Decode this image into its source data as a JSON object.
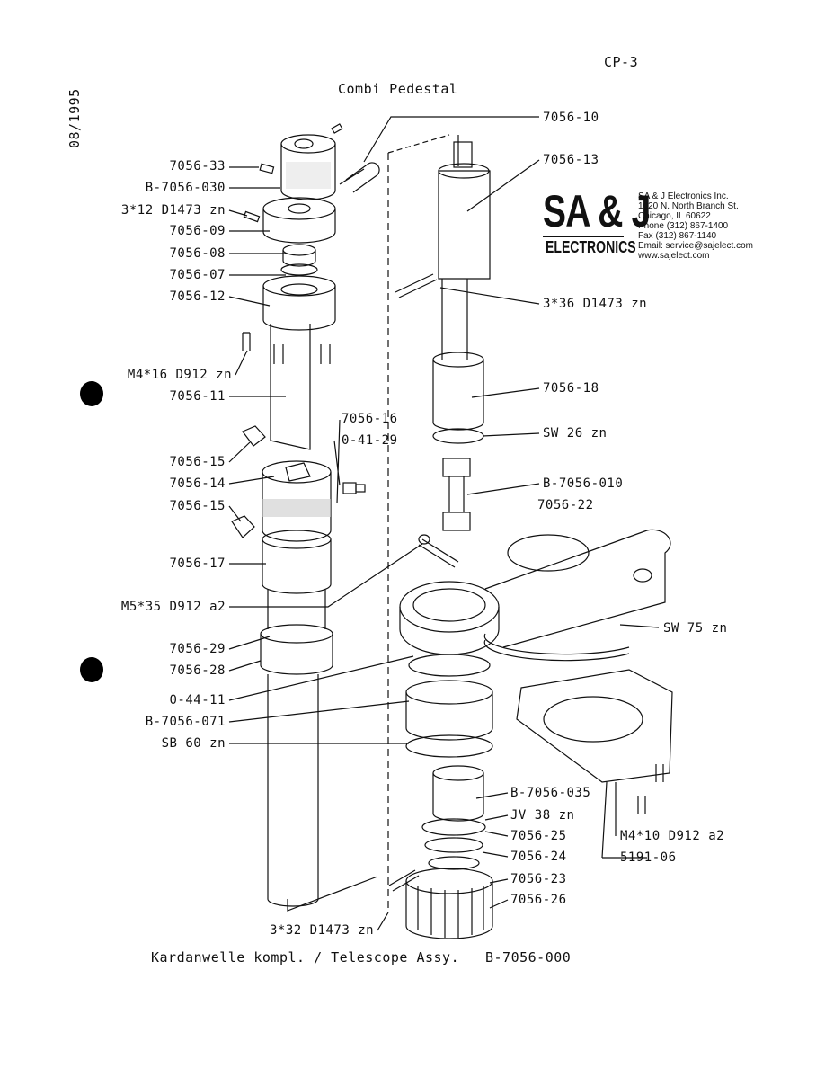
{
  "page": {
    "sheet_code": "CP-3",
    "title": "Combi Pedestal",
    "date_stamp": "08/1995"
  },
  "logo": {
    "brand": "SA & J",
    "sub": "ELECTRONICS",
    "contact_lines": [
      "SA & J Electronics Inc.",
      "1020 N. North Branch St.",
      "Chicago, IL 60622",
      "Phone (312) 867-1400",
      "Fax (312) 867-1140",
      "Email: service@sajelect.com",
      "www.sajelect.com"
    ]
  },
  "left_labels": [
    "7056-33",
    "B-7056-030",
    "3*12 D1473 zn",
    "7056-09",
    "7056-08",
    "7056-07",
    "7056-12",
    "M4*16 D912 zn",
    "7056-11",
    "7056-15",
    "7056-14",
    "7056-15",
    "7056-17",
    "M5*35 D912 a2",
    "7056-29",
    "7056-28",
    "0-44-11",
    "B-7056-071",
    "SB 60 zn"
  ],
  "right_labels": [
    "7056-10",
    "7056-13",
    "3*36 D1473 zn",
    "7056-18",
    "SW 26 zn",
    "B-7056-010",
    "7056-22",
    "SW 75 zn",
    "B-7056-035",
    "JV 38 zn",
    "7056-25",
    "7056-24",
    "7056-23",
    "7056-26",
    "M4*10 D912 a2",
    "5191-06"
  ],
  "center_labels": [
    "7056-16",
    "0-41-29",
    "3*32 D1473 zn"
  ],
  "footer": {
    "caption": "Kardanwelle kompl. / Telescope Assy.",
    "assembly_code": "B-7056-000"
  }
}
